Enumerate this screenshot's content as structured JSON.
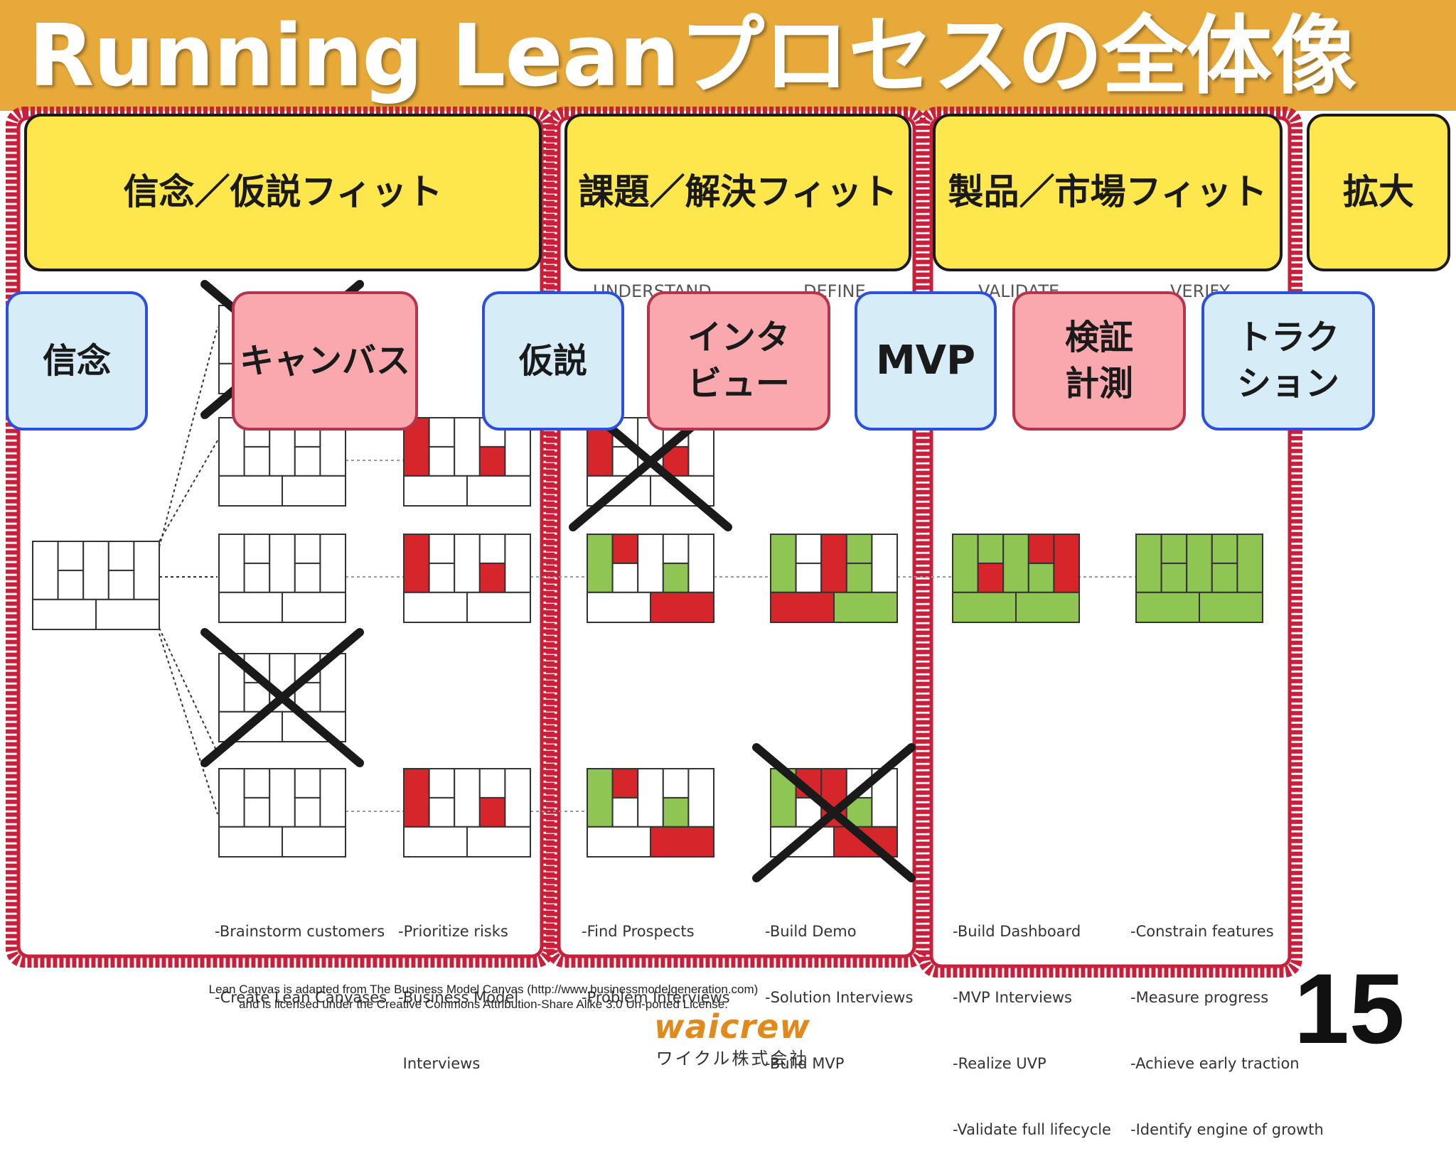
{
  "title": "Running Leanプロセスの全体像",
  "phases": [
    {
      "label": "信念／仮説フィット"
    },
    {
      "label": "課題／解決フィット"
    },
    {
      "label": "製品／市場フィット"
    },
    {
      "label": "拡大"
    }
  ],
  "steps": [
    {
      "label": "信念",
      "kind": "belief"
    },
    {
      "label": "キャンバス",
      "kind": "action"
    },
    {
      "label": "仮説",
      "kind": "belief"
    },
    {
      "label": "インタ\nビュー",
      "kind": "action"
    },
    {
      "label": "MVP",
      "kind": "belief"
    },
    {
      "label": "検証\n計測",
      "kind": "action"
    },
    {
      "label": "トラク\nション",
      "kind": "belief"
    }
  ],
  "stage_labels": {
    "understand": "UNDERSTAND",
    "define": "DEFINE",
    "validate": "VALIDATE",
    "verify": "VERIFY"
  },
  "notes": {
    "col1": [
      "-Brainstorm customers",
      "-Create Lean Canvases"
    ],
    "col2": [
      "-Prioritize risks",
      "-Business Model",
      " Interviews"
    ],
    "col3": [
      "-Find Prospects",
      "-Problem Interviews"
    ],
    "col4": [
      "-Build Demo",
      "-Solution Interviews",
      "-Build MVP"
    ],
    "col5": [
      "-Build Dashboard",
      "-MVP Interviews",
      "-Realize UVP",
      "-Validate full lifecycle"
    ],
    "col6": [
      "-Constrain features",
      "-Measure progress",
      "-Achieve early traction",
      "-Identify engine of growth"
    ]
  },
  "license": {
    "line1": "Lean Canvas is adapted from The Business Model Canvas (http://www.businessmodelgeneration.com)",
    "line2": "and is licensed under the Creative Commons Attribution-Share Alike 3.0 Un-ported License."
  },
  "logo": {
    "mark": "waicrew",
    "text": "ワイクル株式会社"
  },
  "page_number": "15",
  "colors": {
    "title_bar": "#e6a93a",
    "phase_fill": "#fde74c",
    "belief_fill": "#d6ecf6",
    "belief_border": "#2d4fe0",
    "action_fill": "#f9a9ae",
    "action_border": "#b8334c",
    "frame_red": "#c8203a",
    "canvas_red": "#d7262b",
    "canvas_green": "#8fc653"
  },
  "canvases": {
    "rows": [
      {
        "name": "row-1",
        "cells": [
          "blank",
          "red-risk",
          "crossed",
          "none",
          "none",
          "none"
        ]
      },
      {
        "name": "row-2",
        "cells": [
          "blank",
          "red-risk",
          "green-partial",
          "green-more",
          "green-validated",
          "green-full"
        ]
      },
      {
        "name": "row-3",
        "cells": [
          "crossed-blank",
          "none",
          "none",
          "none",
          "none",
          "none"
        ]
      },
      {
        "name": "row-4",
        "cells": [
          "blank",
          "red-risk",
          "green-partial",
          "crossed-green",
          "none",
          "none"
        ]
      }
    ]
  }
}
